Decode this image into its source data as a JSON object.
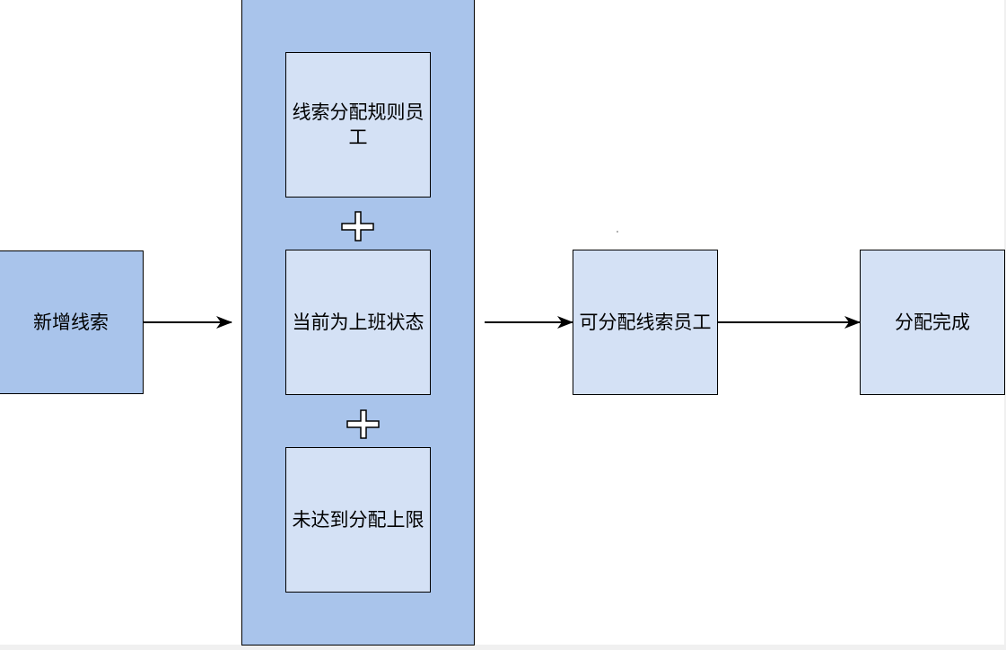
{
  "colors": {
    "dark_fill": "#a9c4eb",
    "light_fill": "#d4e1f5",
    "stroke": "#000000"
  },
  "nodes": {
    "new_lead": "新增线索",
    "rule_staff": "线索分配规则员工",
    "on_duty": "当前为上班状态",
    "under_limit": "未达到分配上限",
    "assignable_staff": "可分配线索员工",
    "done": "分配完成"
  },
  "operators": [
    "plus-icon",
    "plus-icon"
  ]
}
